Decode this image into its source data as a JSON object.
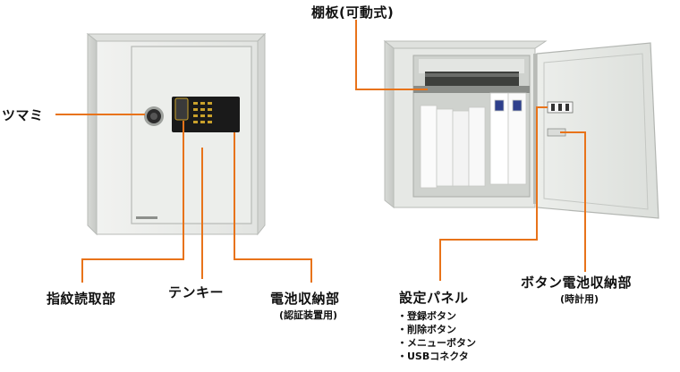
{
  "labels": {
    "knob": "ツマミ",
    "fingerprint": "指紋読取部",
    "tenkey": "テンキー",
    "battery": "電池収納部",
    "battery_sub": "(認証装置用)",
    "shelf": "棚板(可動式)",
    "panel": "設定パネル",
    "button_battery": "ボタン電池収納部",
    "button_battery_sub": "(時計用)"
  },
  "panel_items": [
    "・登録ボタン",
    "・削除ボタン",
    "・メニューボタン",
    "・USBコネクタ"
  ],
  "colors": {
    "callout": "#E8731A",
    "safe_body": "#E9EBE8",
    "safe_shadow": "#C9CCC8",
    "keypad": "#1A1A1A",
    "keypad_key": "#C9A12B"
  }
}
